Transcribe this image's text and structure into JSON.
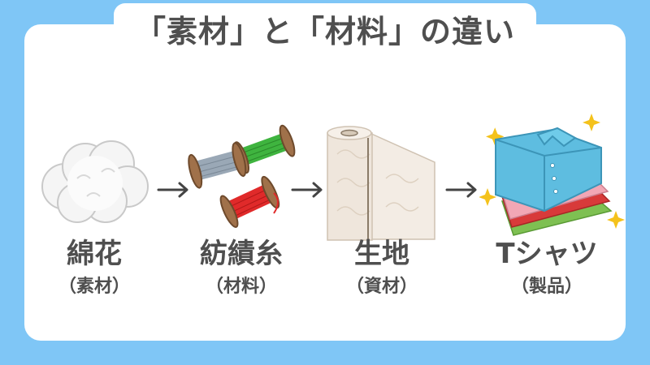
{
  "title": "「素材」と「材料」の違い",
  "steps": [
    {
      "label": "綿花",
      "sub": "（素材）",
      "icon": "cotton-icon"
    },
    {
      "label": "紡績糸",
      "sub": "（材料）",
      "icon": "thread-spools-icon"
    },
    {
      "label": "生地",
      "sub": "（資材）",
      "icon": "fabric-roll-icon"
    },
    {
      "label": "Tシャツ",
      "sub": "（製品）",
      "icon": "folded-shirts-icon"
    }
  ],
  "colors": {
    "background": "#7fc6f6",
    "card": "#ffffff",
    "text": "#4f4f4f"
  }
}
